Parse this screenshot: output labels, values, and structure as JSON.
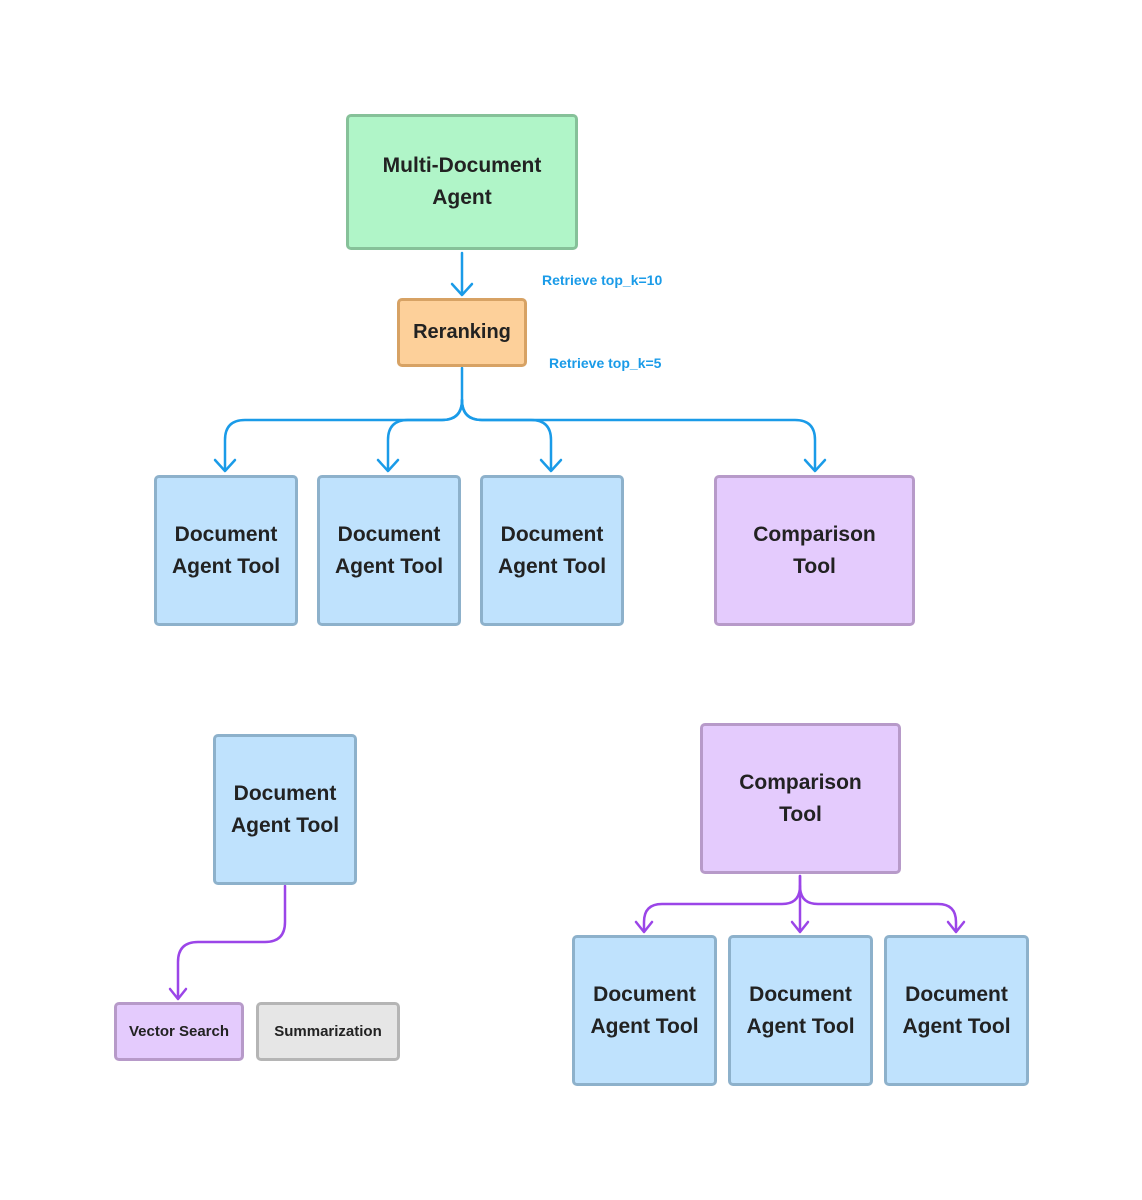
{
  "nodes": {
    "multi_document_agent": "Multi-Document\nAgent",
    "reranking": "Reranking",
    "document_agent_tool": "Document\nAgent Tool",
    "comparison_tool": "Comparison\nTool",
    "vector_search": "Vector Search",
    "summarization": "Summarization"
  },
  "edge_labels": {
    "retrieve_top_k_10": "Retrieve top_k=10",
    "retrieve_top_k_5": "Retrieve top_k=5"
  },
  "colors": {
    "agent": "#b0f5c8",
    "reranking": "#fdd09a",
    "document_tool": "#bfe2fd",
    "comparison_tool": "#e4cbfd",
    "summarization": "#e6e6e6",
    "edge_blue": "#1a9be8",
    "edge_purple": "#9b45e8"
  }
}
